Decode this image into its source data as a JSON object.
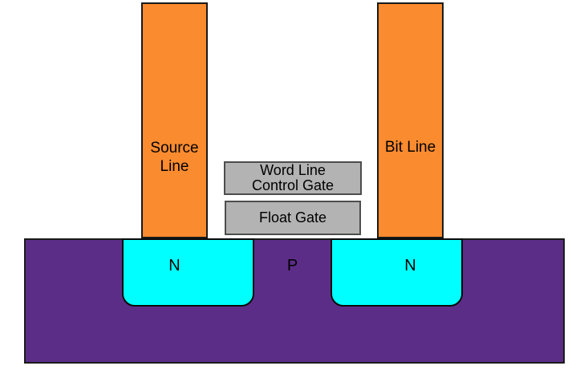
{
  "diagram": {
    "description": "Flash memory cell (floating-gate transistor) cross-section diagram",
    "background": "#FFFFFF",
    "outline_color": "#1A1A1A",
    "source_line": {
      "label": "Source Line",
      "fill": "#FA8B2F"
    },
    "bit_line": {
      "label": "Bit Line",
      "fill": "#FA8B2F"
    },
    "control_gate": {
      "line1": "Word Line",
      "line2": "Control Gate",
      "fill": "#B3B3B3",
      "border": "#4D4D4D"
    },
    "float_gate": {
      "label": "Float Gate",
      "fill": "#B3B3B3",
      "border": "#4D4D4D"
    },
    "substrate": {
      "label": "P",
      "fill": "#5C2D87"
    },
    "n_region_left": {
      "label": "N",
      "fill": "#00FFFF"
    },
    "n_region_right": {
      "label": "N",
      "fill": "#00FFFF"
    }
  }
}
